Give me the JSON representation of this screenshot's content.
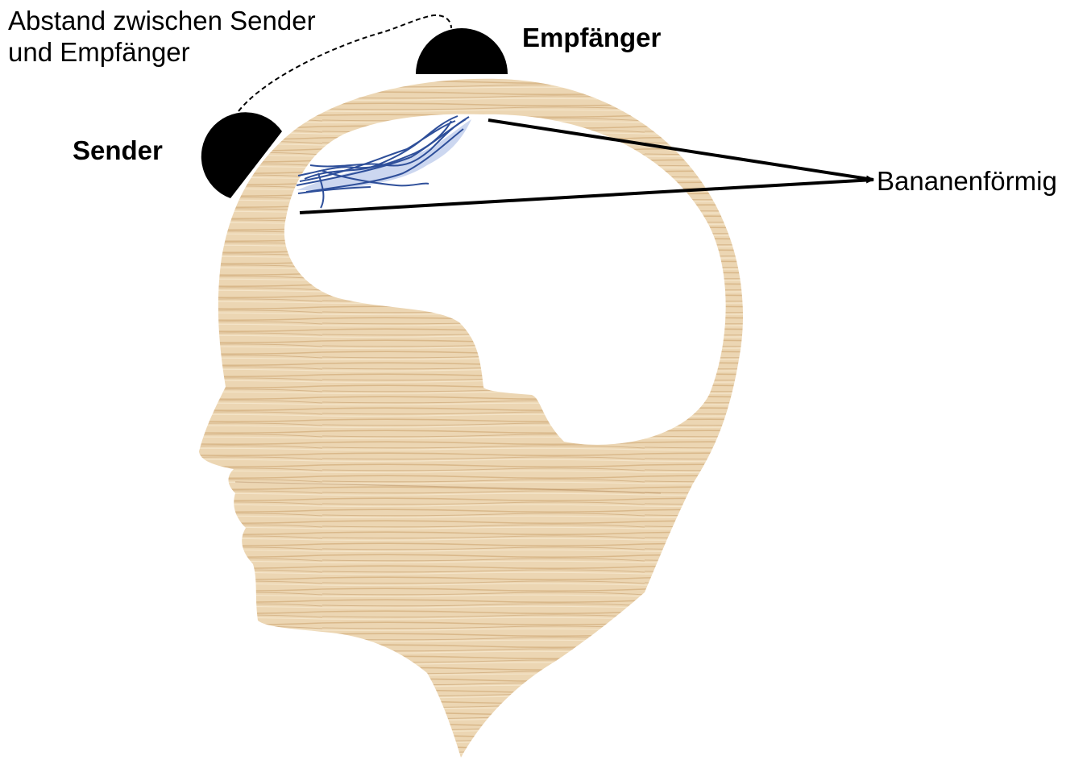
{
  "labels": {
    "distance_line1": "Abstand zwischen Sender",
    "distance_line2": "und Empfänger",
    "receiver": "Empfänger",
    "sender": "Sender",
    "banana": "Bananenförmig"
  },
  "colors": {
    "wood_base": "#ecd6b3",
    "wood_grain": "#c9a272",
    "wood_light": "#f5e6cc",
    "probe": "#000000",
    "light_path": "#2e4f9a",
    "light_path_fill": "#b7c6ea",
    "background": "#ffffff"
  }
}
